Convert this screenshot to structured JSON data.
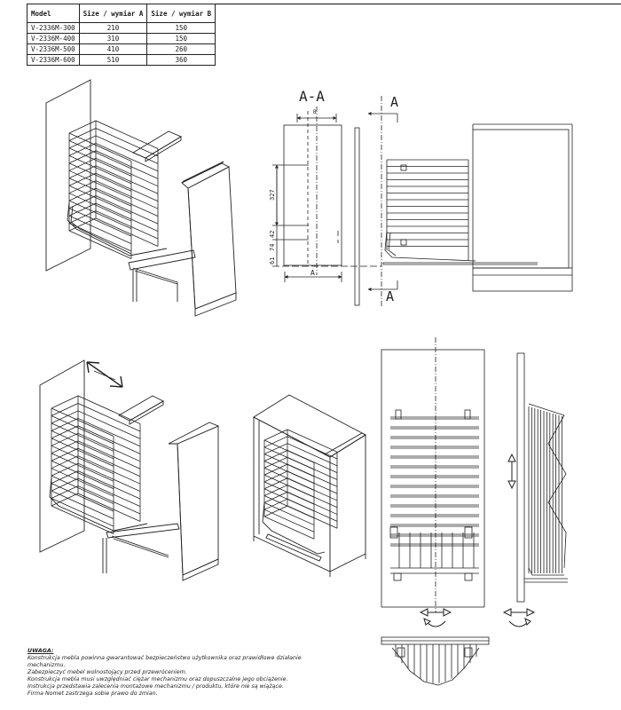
{
  "table": {
    "headers": [
      "Model",
      "Size / wymiar A",
      "Size / wymiar B"
    ],
    "rows": [
      [
        "V-2336M-300",
        "210",
        "150"
      ],
      [
        "V-2336M-400",
        "310",
        "150"
      ],
      [
        "V-2336M-500",
        "410",
        "260"
      ],
      [
        "V-2336M-600",
        "510",
        "360"
      ]
    ]
  },
  "section_view": {
    "section_label": "A-A",
    "dim_b": "B",
    "dim_a": "A",
    "dim_327": "327",
    "dim_74": "74",
    "dim_42": "42",
    "dim_61": "61"
  },
  "side_view": {
    "arrow_top_label": "A",
    "arrow_bottom_label": "A"
  },
  "notes": {
    "title": "UWAGA:",
    "lines": [
      "Konstrukcja mebla powinna gwarantować bezpieczeństwo użytkownika oraz prawidłowe działanie",
      "mechanizmu.",
      "Zabezpieczyć mebel wolnostojący przed przewróceniem.",
      "Konstrukcja mebla musi uwzględniać ciężar mechanizmu oraz dopuszczalne jego obciążenie.",
      "Instrukcja przedstawia zalecenia montażowe mechanizmu / produktu, które nie są wiążące.",
      "Firma Nomet zastrzega sobie prawo do zmian."
    ]
  }
}
